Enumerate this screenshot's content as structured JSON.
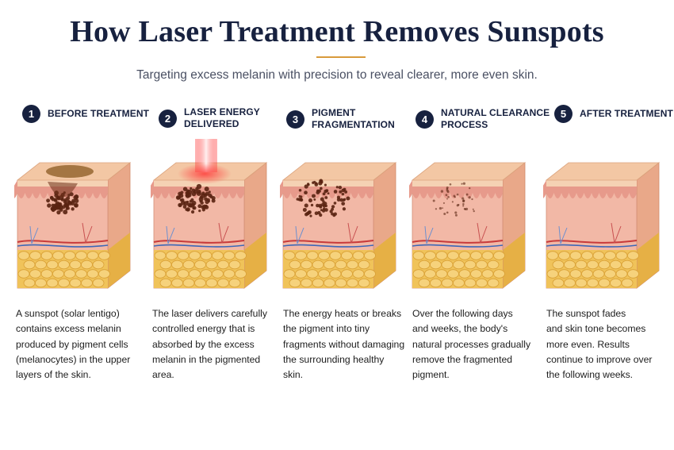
{
  "header": {
    "title": "How Laser Treatment Removes Sunspots",
    "subtitle": "Targeting excess melanin with precision to reveal clearer, more even skin."
  },
  "steps": [
    {
      "number": "1",
      "title_lines": [
        "BEFORE TREATMENT"
      ],
      "desc_lines": [
        "A sunspot (solar lentigo)",
        "contains excess melanin",
        "produced by pigment cells",
        "(melanocytes) in the upper",
        "layers of the skin."
      ]
    },
    {
      "number": "2",
      "title_lines": [
        "LASER ENERGY",
        "DELIVERED"
      ],
      "desc_lines": [
        "The laser delivers carefully",
        "controlled energy that is",
        "absorbed by the excess",
        "melanin in the pigmented",
        "area."
      ]
    },
    {
      "number": "3",
      "title_lines": [
        "PIGMENT",
        "FRAGMENTATION"
      ],
      "desc_lines": [
        "The energy heats or breaks",
        "the pigment into tiny",
        "fragments without damaging",
        "the surrounding healthy",
        "skin."
      ]
    },
    {
      "number": "4",
      "title_lines": [
        "NATURAL CLEARANCE",
        "PROCESS"
      ],
      "desc_lines": [
        "Over the following days",
        "and weeks, the body's",
        "natural processes gradually",
        "remove the fragmented",
        "pigment."
      ]
    },
    {
      "number": "5",
      "title_lines": [
        "AFTER TREATMENT"
      ],
      "desc_lines": [
        "The sunspot fades",
        "and skin tone becomes",
        "more even. Results",
        "continue to improve over",
        "the following weeks."
      ]
    }
  ],
  "colors": {
    "navy": "#17213f",
    "accent_rule": "#d89a3c",
    "skin_top": "#f3c7a4",
    "dermis": "#f2b8a6",
    "fat": "#f0c35a",
    "melanin": "#5a2412",
    "laser": "#e8262a"
  }
}
